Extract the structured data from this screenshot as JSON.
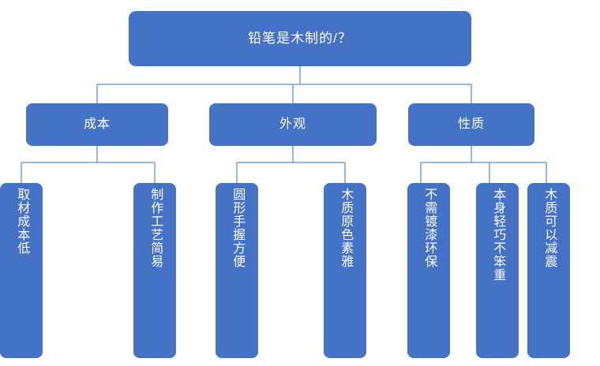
{
  "diagram": {
    "type": "tree-mind-map",
    "background_color": "#FFFFFF",
    "node_fill_color": "#4472C4",
    "node_text_color": "#FFFFFF",
    "connector_color": "#5B8FD4",
    "root": {
      "label": "铅笔是木制的/？"
    },
    "branches": [
      {
        "label": "成本",
        "children": [
          {
            "label": "取材成本低"
          },
          {
            "label": "制作工艺简易"
          }
        ]
      },
      {
        "label": "外观",
        "children": [
          {
            "label": "圆形手握方便"
          },
          {
            "label": "木质原色素雅"
          }
        ]
      },
      {
        "label": "性质",
        "children": [
          {
            "label": "不需镀漆环保"
          },
          {
            "label": "本身轻巧不笨重"
          },
          {
            "label": "木质可以减震"
          }
        ]
      }
    ]
  }
}
